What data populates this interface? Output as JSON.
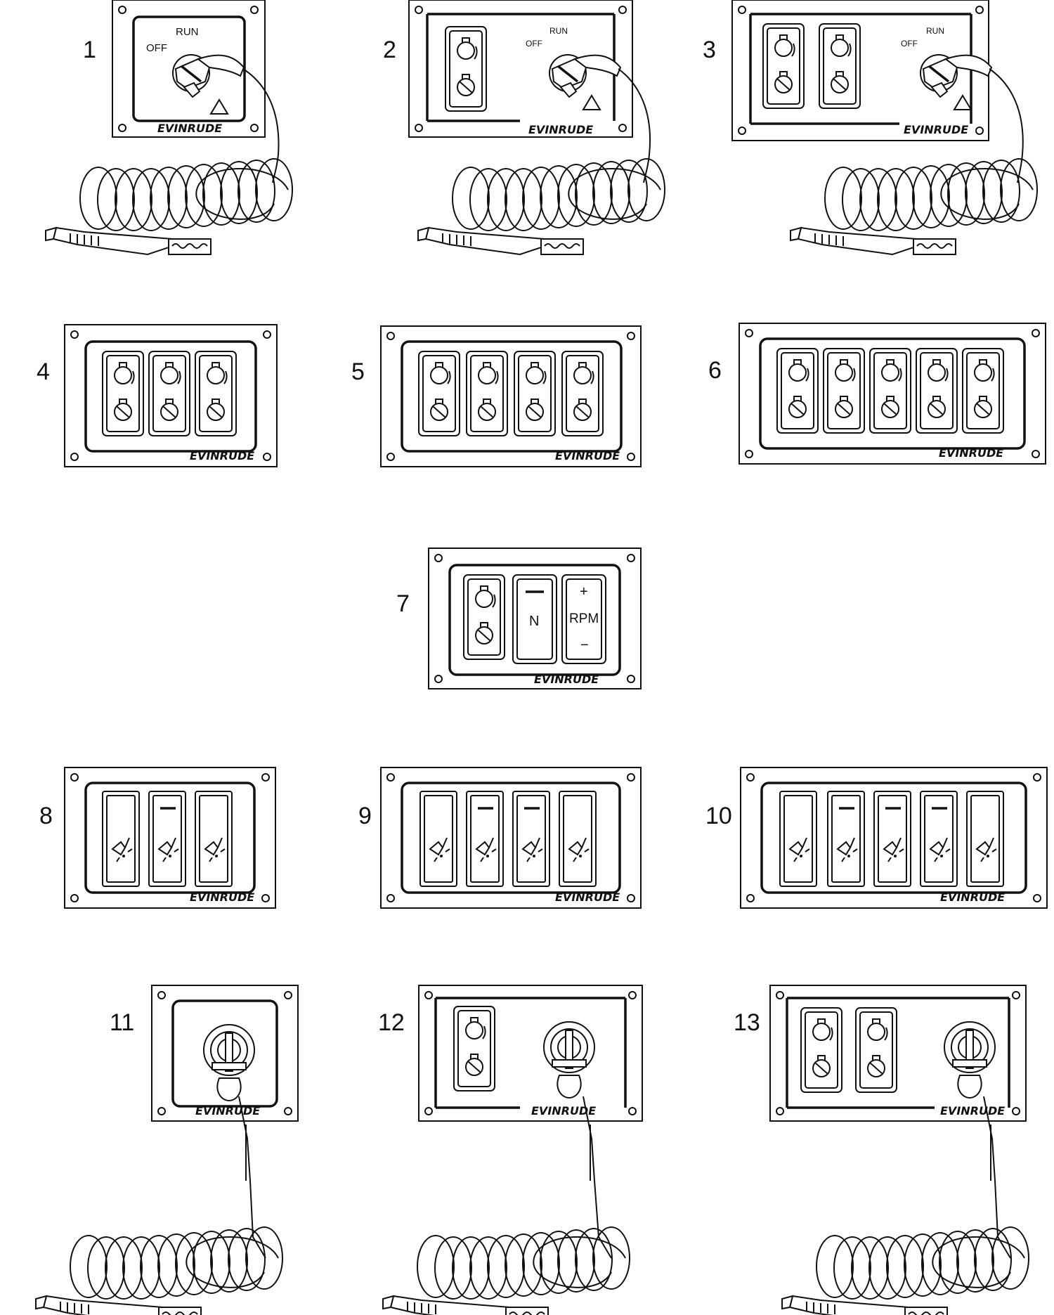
{
  "callouts": [
    "1",
    "2",
    "3",
    "4",
    "5",
    "6",
    "7",
    "8",
    "9",
    "10",
    "11",
    "12",
    "13"
  ],
  "brand": "EVINRUDE",
  "key_switch": {
    "off_label": "OFF",
    "run_label": "RUN"
  },
  "trim_panel": {
    "n_label": "N",
    "plus_label": "+",
    "rpm_label": "RPM",
    "minus_label": "−"
  },
  "colors": {
    "line": "#111111",
    "background": "#ffffff"
  }
}
